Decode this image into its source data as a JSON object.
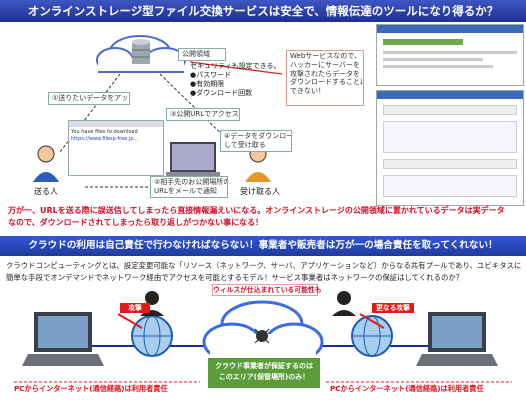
{
  "header": {
    "title": "オンラインストレージ型ファイル交換サービスは安全で、情報伝達のツールになり得るか？"
  },
  "top": {
    "public_area": "公開領域",
    "security": {
      "title": "セキュリティも設定できる。",
      "items": [
        "●パスワード",
        "●有効期限",
        "●ダウンロード回数"
      ]
    },
    "hacker_note": [
      "Webサービスなので、",
      "ハッカーにサーバーを",
      "攻撃されたらデータを",
      "ダウンロードすることは",
      "できない！"
    ],
    "steps": [
      "①送りたいデータをアップ",
      "③公開URLでアクセス",
      "④データをダウンロード",
      "して受け取る",
      "②相手先のお公開場所の",
      "URLをメールで通知"
    ],
    "sender_label": "送る人",
    "receiver_label": "受け取る人",
    "email_lines": [
      "You have files to download",
      "https://www.filesp-free.jp..."
    ],
    "warning": [
      "万が一、URLを送る際に誤送信してしまったら直接情報漏えいになる。オンラインストレージの公開領域に置かれているデータは実データ",
      "なので、ダウンロードされてしまったら取り返しがつかない事になる！"
    ]
  },
  "mid": {
    "heading": "クラウドの利用は自己責任で行わなければならない！事業者や販売者は万が一の場合責任を取ってくれない！",
    "body": [
      "クラウドコンピューティングとは、設定変更可能な「リソース（ネットワーク、サーバ、アプリケーションなど）からなる共有プールであり、ユビキタスに",
      "簡単な手段でオンデマンドでネットワーク経由でアクセスを可能とするモデル！サービス事業者はネットワークの保証はしてくれるのか？"
    ]
  },
  "bottom": {
    "attack_left": "攻撃",
    "attack_right": "更なる攻撃",
    "virus": "ウィルスが仕込まれている可能性も",
    "green": [
      "クラウド事業者が保証するのは",
      "このエリア(保管場所)のみ！"
    ],
    "left_resp": "PCからインターネット(通信経路)は利用者責任",
    "right_resp": "PCからインターネット(通信経路)は利用者責任"
  }
}
